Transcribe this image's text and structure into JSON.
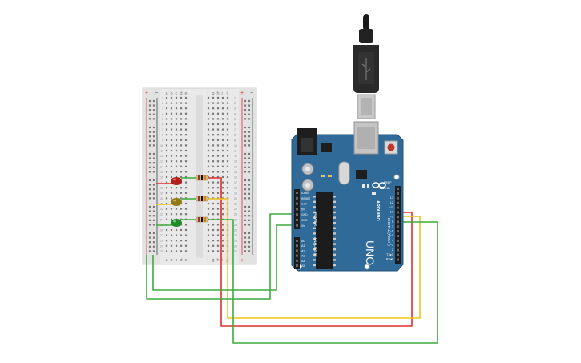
{
  "colors": {
    "board": "#2f6a98",
    "board_edge": "#235479",
    "breadboard": "#e8e8e8",
    "wire_red": "#e0302a",
    "wire_yellow": "#f0c419",
    "wire_green": "#3cac3c",
    "led_red": "#b3201c",
    "led_yellow": "#8f7a16",
    "led_green": "#1f8a2a"
  },
  "breadboard": {
    "rail_plus": "+",
    "rail_minus": "−",
    "cols_left": [
      "a",
      "b",
      "c",
      "d",
      "e"
    ],
    "cols_right": [
      "f",
      "g",
      "h",
      "i",
      "j"
    ],
    "row_numbers": [
      "1",
      "2",
      "3",
      "4",
      "5",
      "6",
      "7",
      "8",
      "9",
      "10",
      "11",
      "12",
      "13",
      "14",
      "15",
      "16",
      "17",
      "18",
      "19",
      "20",
      "21",
      "22",
      "23",
      "24",
      "25",
      "26",
      "27",
      "28",
      "29",
      "30"
    ]
  },
  "arduino": {
    "brand": "ARDUINO",
    "model": "UNO",
    "power_header": "POWER",
    "analog_header": "ANALOG IN",
    "digital_header": "DIGITAL (PWM~)",
    "aref": "AREF",
    "gnd": "GND",
    "power_pins": [
      "IOREF",
      "RESET",
      "3.3V",
      "5V",
      "GND",
      "GND",
      "Vin"
    ],
    "analog_pins": [
      "A0",
      "A1",
      "A2",
      "A3",
      "A4",
      "A5"
    ],
    "digital_pins": [
      "13",
      "12",
      "~11",
      "~10",
      "~9",
      "8",
      "7",
      "~6",
      "~5",
      "4",
      "~3",
      "2",
      "TX▸1",
      "RX◂0"
    ]
  }
}
